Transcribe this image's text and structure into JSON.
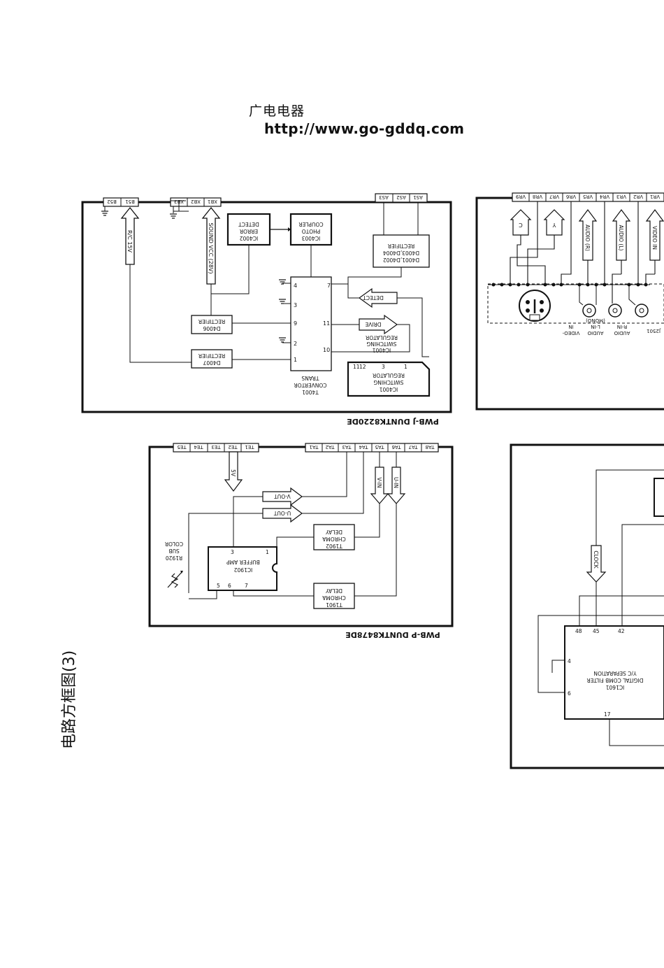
{
  "header": {
    "site_name": "广电电器",
    "url": "http://www.go-gddq.com"
  },
  "side_title": "电路方框图(3)",
  "pwb_j": {
    "label": "PWB-J DUNTK8220DE",
    "connectors_b": [
      "B52",
      "B51"
    ],
    "connectors_xb": [
      "XB3",
      "XB2",
      "XB1"
    ],
    "connectors_as": [
      "AS3",
      "AS2",
      "AS1"
    ],
    "rc15v": "R/C 15V",
    "sound_vcc": "SOUND VCC (28V)",
    "ic4002": [
      "IC4002",
      "ERROR",
      "DETECT"
    ],
    "ic4003": [
      "IC4003",
      "PHOTO",
      "COUPLER"
    ],
    "d4001": [
      "D4001,D4002",
      "D4003,D4004",
      "RECTIFIER"
    ],
    "d4006": [
      "D4006",
      "RECTIFIER"
    ],
    "d4007": [
      "D4007",
      "RECTIFIER"
    ],
    "t4001": [
      "T4001",
      "CONVERTOR",
      "TRANS"
    ],
    "ic4001_a": [
      "IC4001",
      "SWITCHING",
      "REGULATOR"
    ],
    "ic4001_b": [
      "IC4001",
      "SWITCHING",
      "REGULATOR"
    ],
    "detect": "DETECT",
    "drive": "DRIVE",
    "pins": [
      "7",
      "4",
      "3",
      "9",
      "2",
      "1",
      "11",
      "10",
      "1",
      "3",
      "11",
      "12"
    ]
  },
  "pwb_p": {
    "label": "PWB-P DUNTK8478DE",
    "connectors_te": [
      "TE5",
      "TE4",
      "TE3",
      "TE2",
      "TE1"
    ],
    "connectors_ta": [
      "TA1",
      "TA2",
      "TA3",
      "TA4",
      "TA5",
      "TA6",
      "TA7",
      "TA8"
    ],
    "v5": "5V",
    "v_out": "V-OUT",
    "u_out": "U-OUT",
    "v_in": "V-IN",
    "u_in": "U-IN",
    "t1902": [
      "T1902",
      "CHROMA",
      "DELAY"
    ],
    "t1901": [
      "T1901",
      "CHROMA",
      "DELAY"
    ],
    "ic1902": [
      "IC1902",
      "BUFFER AMP"
    ],
    "r1920": [
      "R1920",
      "SUB",
      "COLOR"
    ],
    "pins": [
      "1",
      "3",
      "5",
      "6",
      "7"
    ]
  },
  "jack_panel": {
    "connectors_vr": [
      "VR9",
      "VR8",
      "VR7",
      "VR6",
      "VR5",
      "VR4",
      "VR3",
      "VR2",
      "VR1"
    ],
    "c_label": "C",
    "y_label": "Y",
    "audio_r": "AUDIO (R)",
    "audio_l": "AUDIO (L)",
    "video_in": "VIDEO IN",
    "j2501": "J2501",
    "jack_labels": [
      "AUDIO",
      "R-IN",
      "AUDIO",
      "L-IN",
      "(MONO)",
      "VIDEO-",
      "IN"
    ]
  },
  "pwb_comb": {
    "clock": "CLOCK",
    "ic1601": [
      "IC1601",
      "DIGITAL COMB FILTER",
      "Y/C SEPARATION"
    ],
    "pins": [
      "48",
      "45",
      "42",
      "4",
      "6",
      "17"
    ]
  }
}
